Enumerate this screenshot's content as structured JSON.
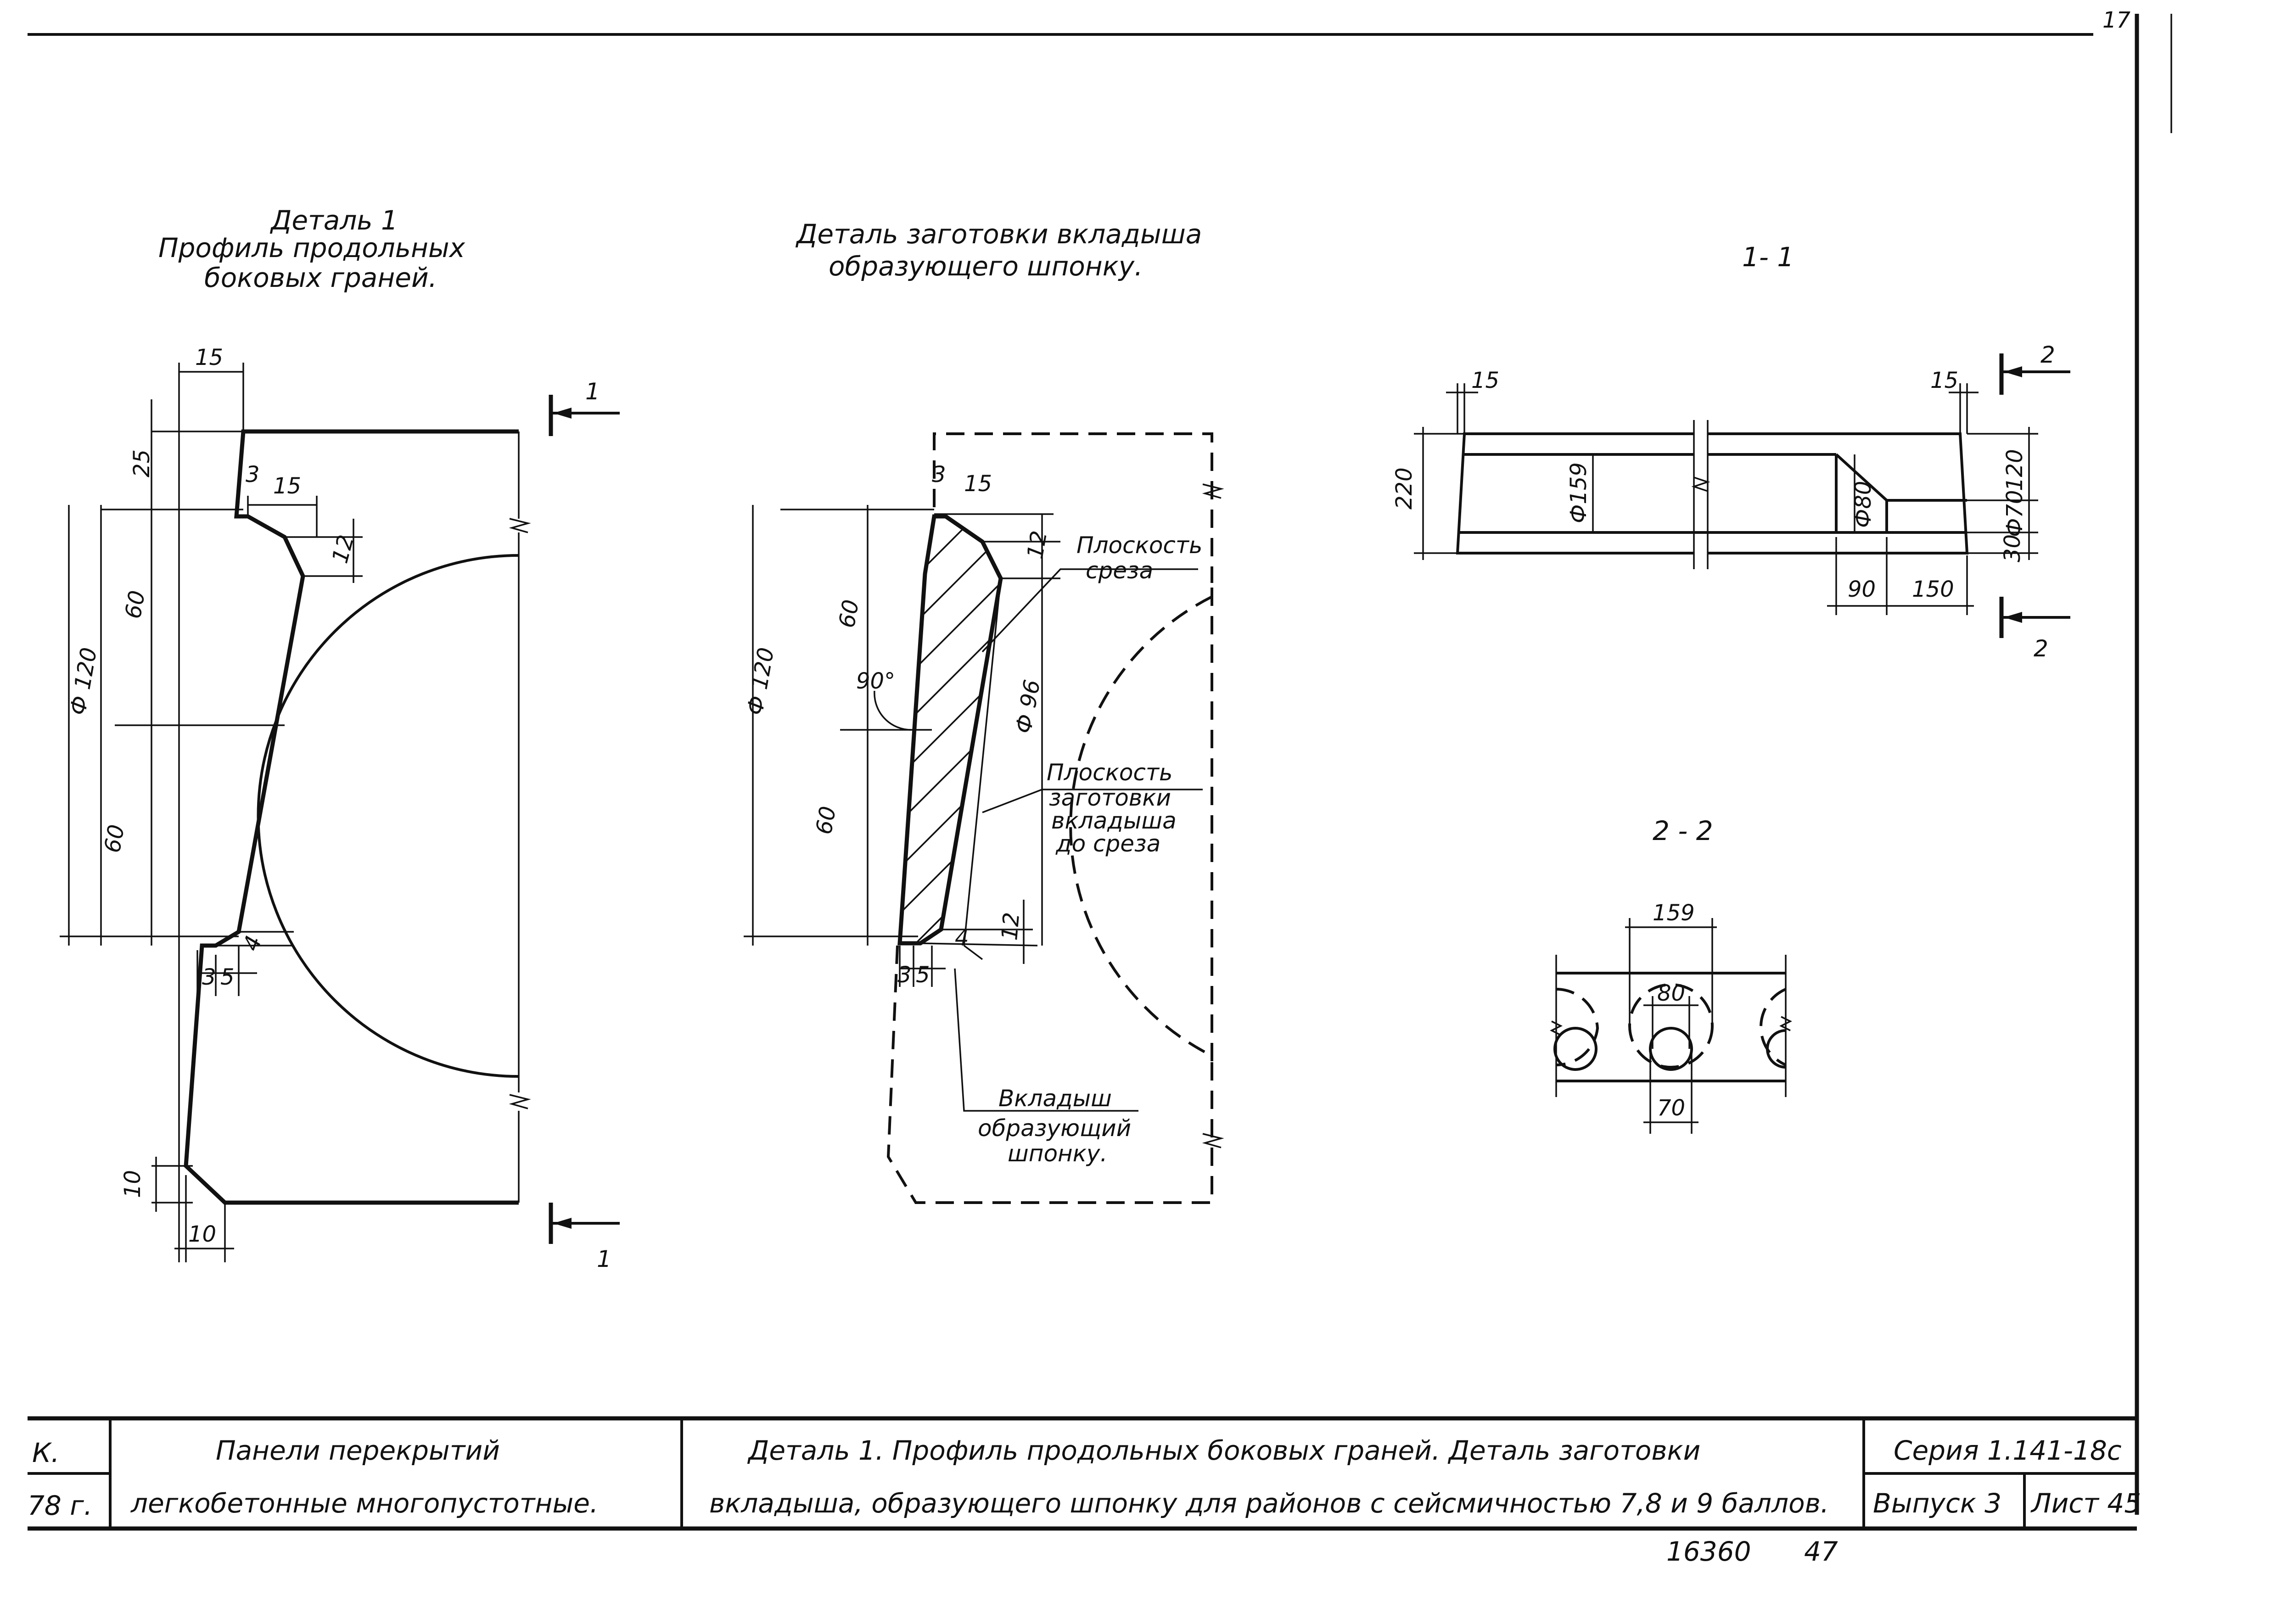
{
  "detail1": {
    "title_line1": "Деталь 1",
    "title_line2": "Профиль продольных",
    "title_line3": "боковых граней.",
    "dims": {
      "d15_top": "15",
      "d25": "25",
      "d3": "3",
      "d15": "15",
      "d12": "12",
      "d60_a": "60",
      "d60_b": "60",
      "phi120": "Ф 120",
      "d4": "4",
      "d3_b": "3",
      "d5": "5",
      "d10_v": "10",
      "d10_h": "10"
    },
    "section_mark": "1"
  },
  "detail2": {
    "title_line1": "Деталь заготовки вкладыша",
    "title_line2": "образующего шпонку.",
    "dims": {
      "d3": "3",
      "d15": "15",
      "d12": "12",
      "d60_a": "60",
      "d60_b": "60",
      "phi120": "Ф 120",
      "phi96": "Ф 96",
      "angle": "90°",
      "d4": "4",
      "d12_b": "12",
      "d3_b": "3",
      "d5": "5"
    },
    "label_cut_1": "Плоскость",
    "label_cut_2": "среза",
    "label_blank_1": "Плоскость",
    "label_blank_2": "заготовки",
    "label_blank_3": "вкладыша",
    "label_blank_4": "до среза",
    "label_insert_1": "Вкладыш",
    "label_insert_2": "образующий",
    "label_insert_3": "шпонку."
  },
  "section11": {
    "title": "1- 1",
    "dims": {
      "d15_l": "15",
      "d15_r": "15",
      "d220": "220",
      "phi159": "Ф159",
      "phi80": "Ф80",
      "d120": "120",
      "phi70": "Ф70",
      "d30": "30",
      "d90": "90",
      "d150": "150"
    },
    "mark_top": "2",
    "mark_bottom": "2"
  },
  "section22": {
    "title": "2 - 2",
    "dims": {
      "d159": "159",
      "d80": "80",
      "d70": "70"
    }
  },
  "title_block": {
    "left_top": "К.",
    "left_bottom": "78 г.",
    "name_line1": "Панели перекрытий",
    "name_line2": "легкобетонные многопустотные.",
    "desc_line1": "Деталь 1. Профиль продольных боковых граней. Деталь заготовки",
    "desc_line2": "вкладыша, образующего шпонку для районов с сейсмичностью 7,8 и 9 баллов.",
    "series": "Серия 1.141-18с",
    "issue": "Выпуск 3",
    "sheet": "Лист 45",
    "footer_a": "16360",
    "footer_b": "47"
  },
  "corner_mark": "17"
}
